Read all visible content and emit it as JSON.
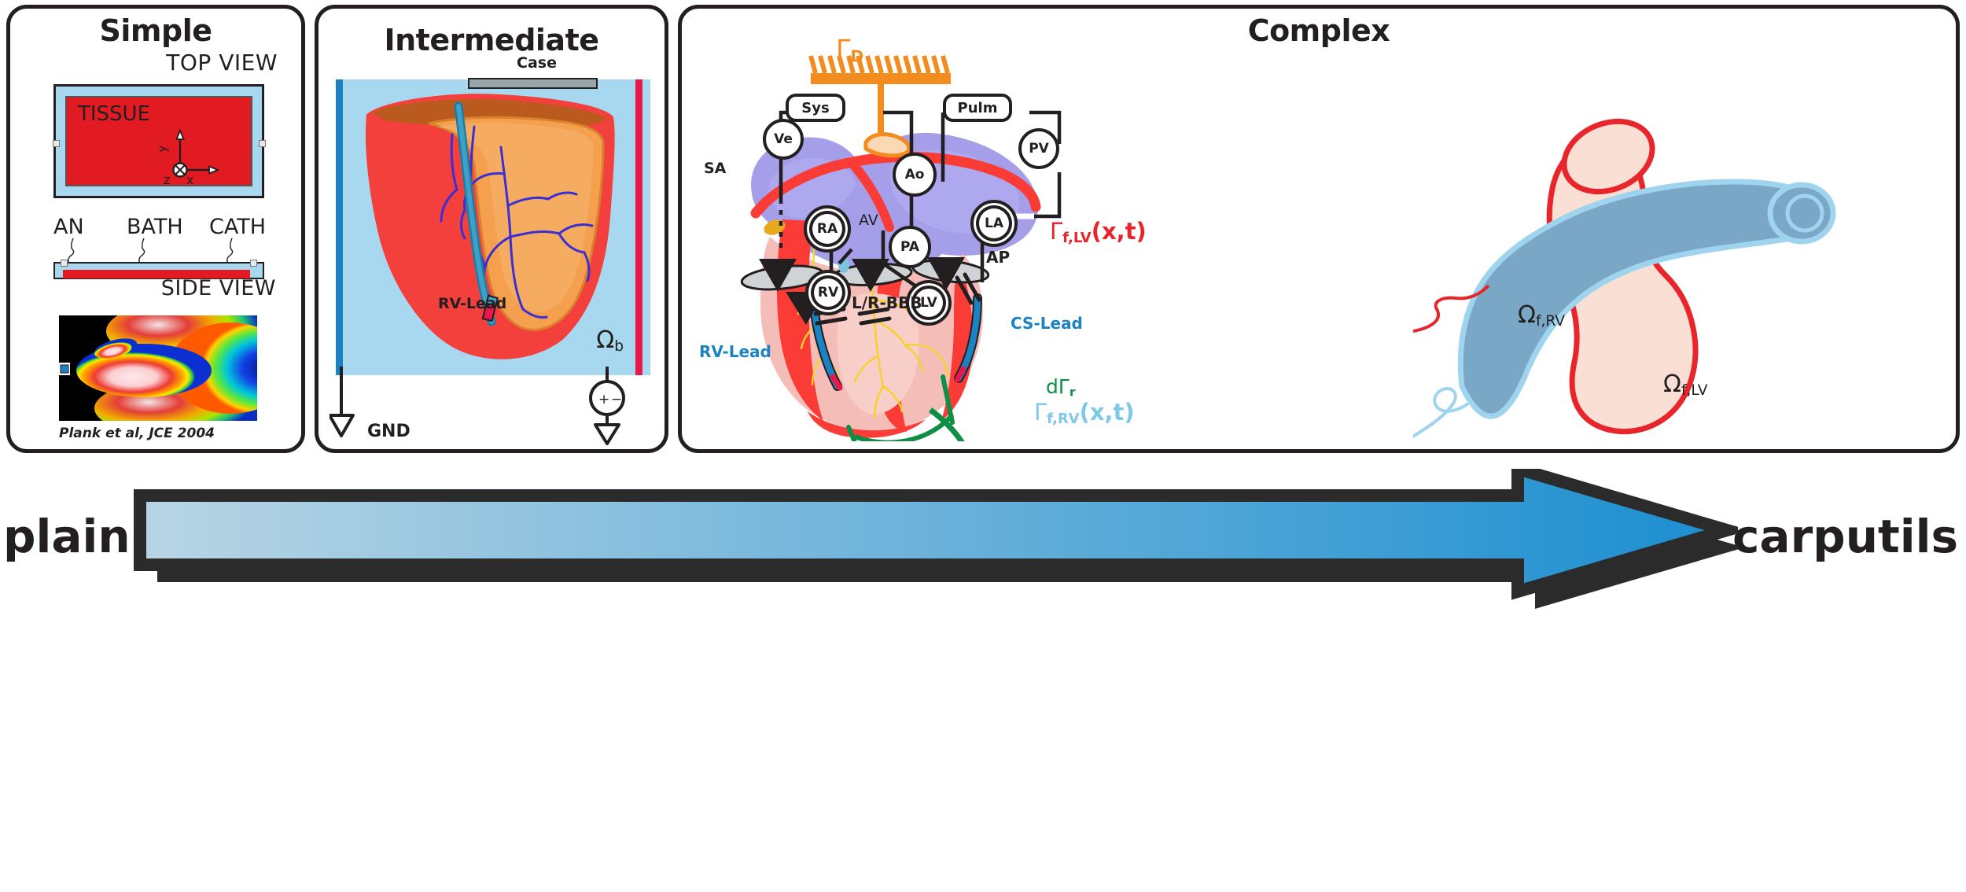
{
  "panels": {
    "simple": {
      "title": "Simple",
      "top_view_label": "TOP VIEW",
      "tissue_label": "TISSUE",
      "axis_x": "x",
      "axis_y": "y",
      "axis_z": "z",
      "electrode_an": "AN",
      "electrode_bath": "BATH",
      "electrode_cath": "CATH",
      "side_view_label": "SIDE VIEW",
      "citation": "Plank et al, JCE 2004",
      "colors": {
        "tissue": "#e21b22",
        "bath": "#a7d8f0",
        "outline": "#231f20"
      }
    },
    "intermediate": {
      "title": "Intermediate",
      "case_label": "Case",
      "rv_lead_label": "RV-Lead",
      "bath_domain_label": "Ωb",
      "bath_domain_main": "Ω",
      "bath_domain_sub": "b",
      "ground_label": "GND",
      "source_plus": "+",
      "source_minus": "−",
      "colors": {
        "bath": "#a7d8f0",
        "ground_electrode": "#1b82c4",
        "case_electrode": "#e8174c",
        "myocardium": "#f4403c",
        "endocardium": "#f0a04b"
      }
    },
    "complex": {
      "title": "Complex",
      "dirichlet_main": "Γ",
      "dirichlet_sub": "D",
      "circuit_nodes": [
        {
          "id": "ve",
          "label": "Ve"
        },
        {
          "id": "sys",
          "label": "Sys"
        },
        {
          "id": "pulm",
          "label": "Pulm"
        },
        {
          "id": "pv",
          "label": "PV"
        },
        {
          "id": "ao",
          "label": "Ao"
        },
        {
          "id": "ra",
          "label": "RA"
        },
        {
          "id": "la",
          "label": "LA"
        },
        {
          "id": "pa",
          "label": "PA"
        },
        {
          "id": "rv",
          "label": "RV"
        },
        {
          "id": "lv",
          "label": "LV"
        }
      ],
      "anatomy_labels": [
        {
          "id": "sa",
          "label": "SA"
        },
        {
          "id": "av",
          "label": "AV"
        },
        {
          "id": "ap",
          "label": "AP"
        },
        {
          "id": "bbb",
          "label": "L/R-BBB"
        }
      ],
      "lead_labels": [
        {
          "id": "rv-lead",
          "label": "RV-Lead",
          "color": "#1b82c4"
        },
        {
          "id": "cs-lead",
          "label": "CS-Lead",
          "color": "#1b82c4"
        }
      ],
      "boundary_labels": [
        {
          "id": "gamma-f-lv",
          "main": "Γ",
          "sub": "f,LV",
          "suffix": "(x,t)",
          "color": "#e8252b"
        },
        {
          "id": "gamma-f-rv",
          "main": "Γ",
          "sub": "f,RV",
          "suffix": "(x,t)",
          "color": "#7ec9e8"
        },
        {
          "id": "d-gamma-r",
          "main": "dΓ",
          "sub": "r",
          "suffix": "",
          "color": "#0e8f45"
        }
      ],
      "domain_labels": [
        {
          "id": "omega-f-rv",
          "main": "Ω",
          "sub": "f,RV"
        },
        {
          "id": "omega-f-lv",
          "main": "Ω",
          "sub": "f,LV"
        }
      ],
      "colors": {
        "dirichlet": "#f28c1e",
        "lv_fluid": "#f9ddd0",
        "lv_outline": "#e8252b",
        "rv_fluid": "#7ba7c7",
        "rv_outline": "#9fd4ee"
      }
    }
  },
  "arrow": {
    "left_label": "plain",
    "right_label": "carputils",
    "gradient_from": "#b9d5e4",
    "gradient_to": "#1b8ed0"
  }
}
